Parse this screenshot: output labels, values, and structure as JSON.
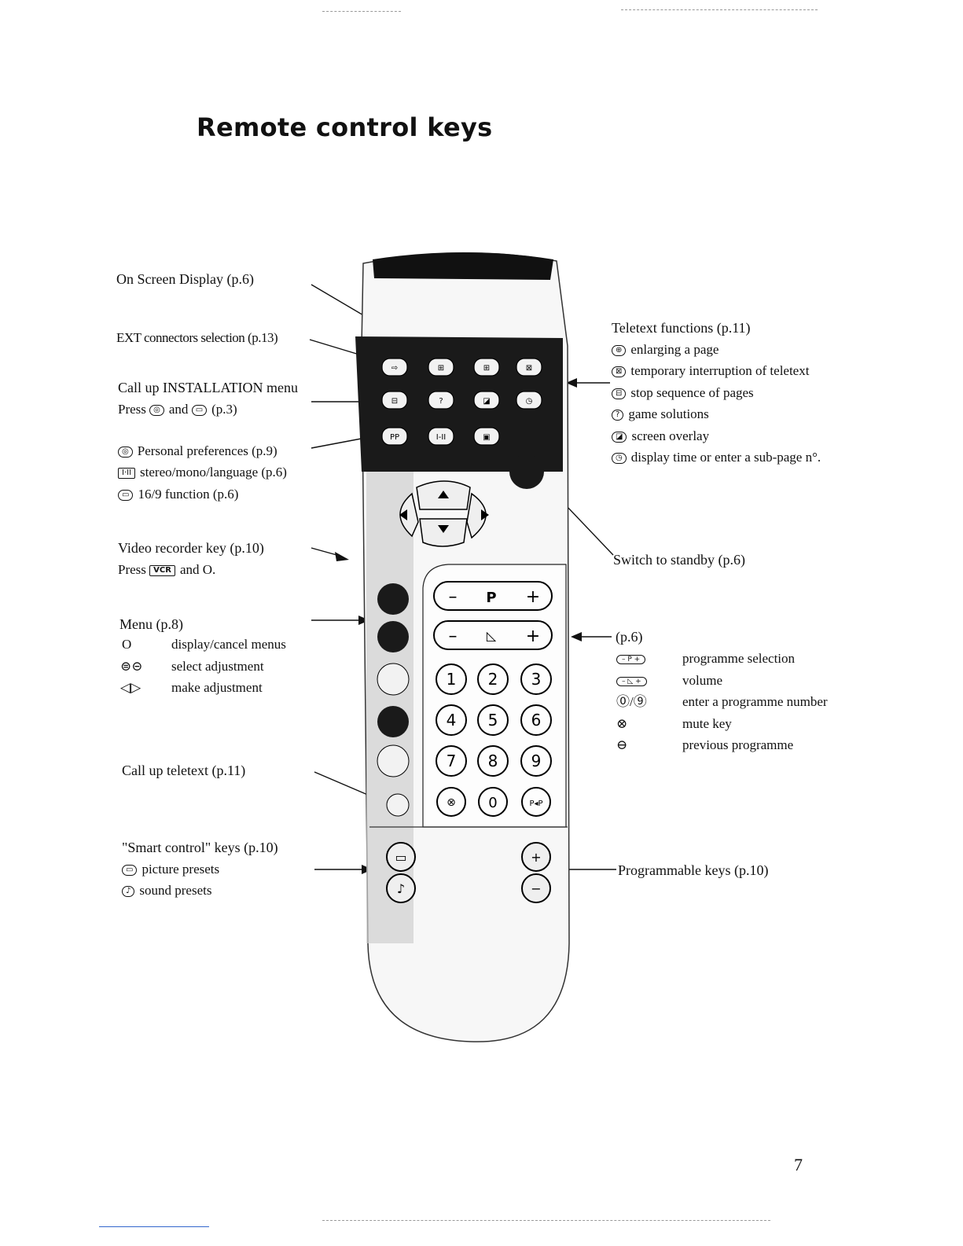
{
  "title": "Remote control keys",
  "page_number": "7",
  "left": {
    "osd": "On Screen Display (p.6)",
    "ext": "EXT connectors selection (p.13)",
    "install_title": "Call up INSTALLATION menu",
    "install_press": "Press",
    "install_and": "and",
    "install_ref": "(p.3)",
    "personal": "Personal preferences (p.9)",
    "stereo": "stereo/mono/language (p.6)",
    "wide": "16/9 function (p.6)",
    "vcr_title": "Video recorder key (p.10)",
    "vcr_press": "Press",
    "vcr_key": "VCR",
    "vcr_and": "and",
    "vcr_o": "O.",
    "menu_title": "Menu (p.8)",
    "menu_o": "O",
    "menu_display": "display/cancel menus",
    "menu_select": "select adjustment",
    "menu_make": "make adjustment",
    "teletext_call": "Call up teletext (p.11)",
    "smart_title": "\"Smart control\" keys (p.10)",
    "picture": "picture presets",
    "sound": "sound presets"
  },
  "right": {
    "teletext_title": "Teletext functions (p.11)",
    "tt_items": [
      "enlarging a page",
      "temporary interruption of teletext",
      "stop sequence of pages",
      "game solutions",
      "screen overlay",
      "display time or enter a sub-page n°."
    ],
    "standby": "Switch to standby (p.6)",
    "ref": "(p.6)",
    "prog_sel": "programme selection",
    "volume": "volume",
    "digits_key": "⓪/⑨",
    "enter_num": "enter a programme number",
    "mute": "mute key",
    "prev": "previous programme",
    "programmable": "Programmable keys (p.10)"
  },
  "remote": {
    "p_label": "P",
    "minus": "–",
    "plus": "+",
    "digits": [
      "1",
      "2",
      "3",
      "4",
      "5",
      "6",
      "7",
      "8",
      "9"
    ],
    "zero": "0",
    "pp": "P◂P",
    "i_ii": "I-II",
    "pp_key": "PP"
  }
}
